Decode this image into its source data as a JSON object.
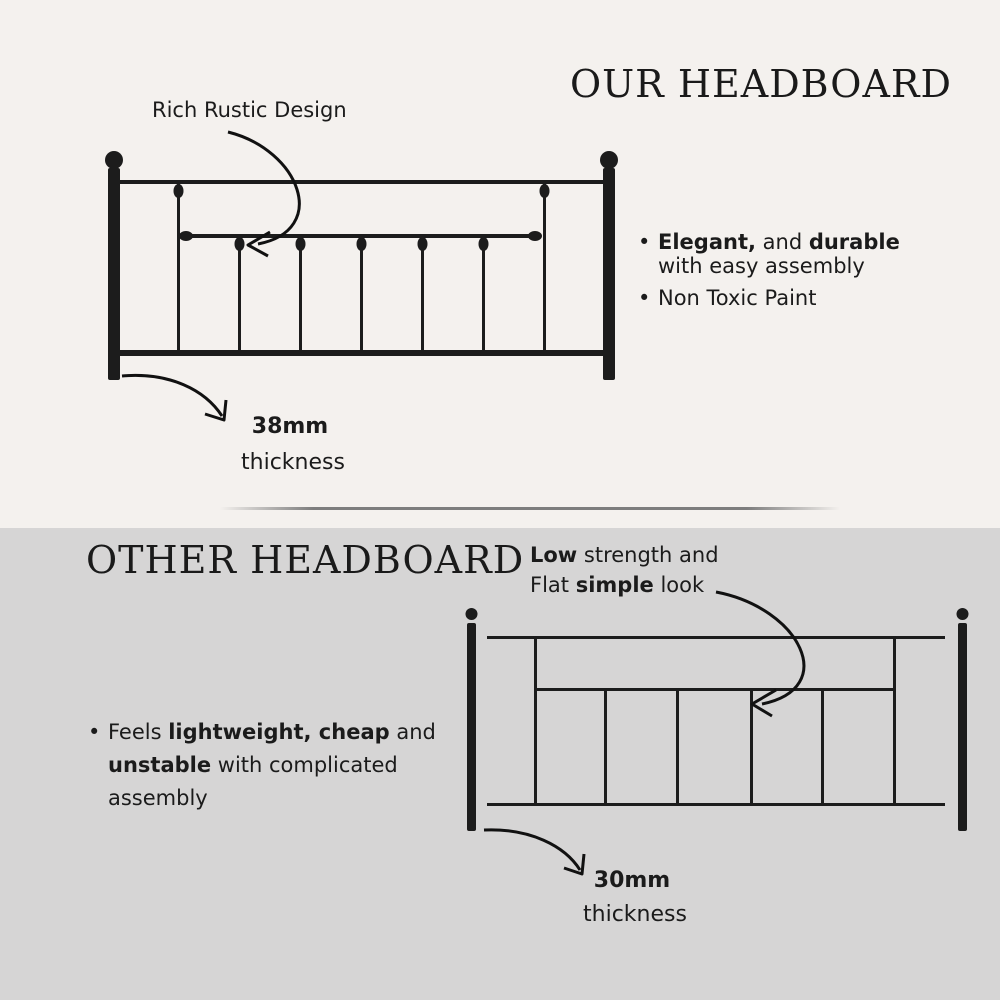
{
  "ours": {
    "title": "OUR HEADBOARD",
    "design_callout": "Rich Rustic Design",
    "thickness_value": "38mm",
    "thickness_label": "thickness",
    "features": [
      {
        "b1": "Elegant,",
        "t1": " and ",
        "b2": "durable",
        "t2": "",
        "line2": "with easy assembly"
      },
      {
        "text": "Non Toxic Paint"
      }
    ]
  },
  "other": {
    "title": "OTHER HEADBOARD",
    "callout_line1_bold": "Low",
    "callout_line1_rest": " strength and",
    "callout_line2_pre": "Flat ",
    "callout_line2_bold": "simple",
    "callout_line2_post": " look",
    "thickness_value": "30mm",
    "thickness_label": "thickness",
    "feature": {
      "pre": "Feels ",
      "b1": "lightweight, cheap",
      "mid": " and",
      "b2": "unstable",
      "post": " with complicated",
      "line3": "assembly"
    }
  },
  "colors": {
    "top_bg": "#f4f1ee",
    "bottom_bg": "#d6d5d5",
    "metal": "#1c1c1c"
  }
}
